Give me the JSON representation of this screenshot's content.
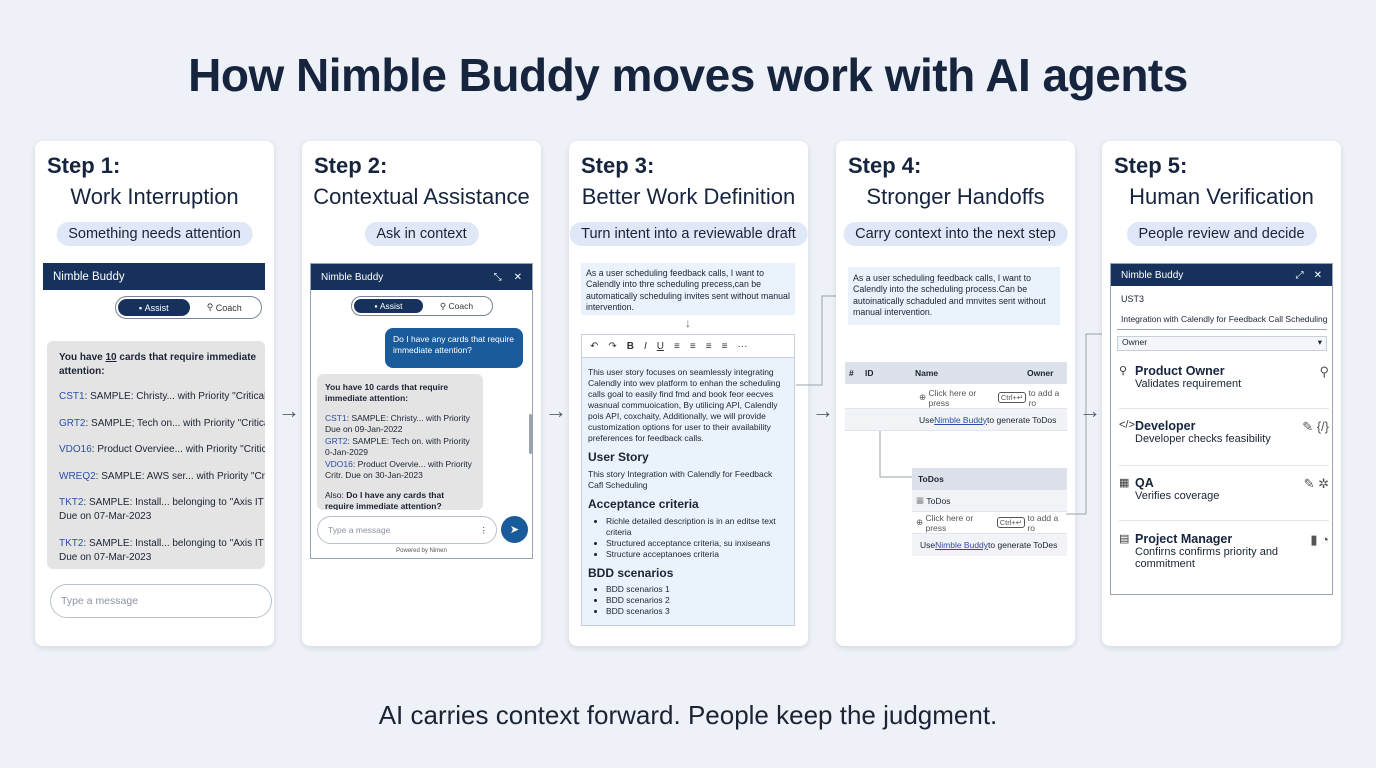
{
  "title": "How Nimble Buddy moves work with AI agents",
  "footer": "AI carries context forward. People keep the judgment.",
  "colors": {
    "navy": "#16325c",
    "pill": "#dfe8f6",
    "blue": "#1a5b9c",
    "draft": "#eaf2fb"
  },
  "steps": [
    {
      "label": "Step 1:",
      "heading": "Work Interruption",
      "pill": "Something needs attention"
    },
    {
      "label": "Step 2:",
      "heading": "Contextual Assistance",
      "pill": "Ask in context"
    },
    {
      "label": "Step 3:",
      "heading": "Better Work Definition",
      "pill": "Turn intent into a reviewable draft"
    },
    {
      "label": "Step 4:",
      "heading": "Stronger Handoffs",
      "pill": "Carry context into the next step"
    },
    {
      "label": "Step 5:",
      "heading": "Human Verification",
      "pill": "People review and decide"
    }
  ],
  "s1": {
    "bar": "Nimble Buddy",
    "assist": "Assist",
    "coach": "Coach",
    "intro_pre": "You have ",
    "intro_num": "10",
    "intro_post": " cards that require immediate attention:",
    "items": [
      {
        "id": "CST1",
        "text": ": SAMPLE: Christy... with Priority \"Critical\"",
        "due": ""
      },
      {
        "id": "GRT2",
        "text": ": SAMPLE; Tech on... with Priority \"Critica",
        "due": ""
      },
      {
        "id": "VDO16",
        "text": ": Product Overviee... with Priority \"Critic",
        "due": ""
      },
      {
        "id": "WREQ2",
        "text": ": SAMPLE: AWS ser... with Priority \"Criti",
        "due": ""
      },
      {
        "id": "TKT2",
        "text": ": SAMPLE: Install... belonging to \"Axis IT R",
        "due": "Due on 07-Mar-2023"
      },
      {
        "id": "TKT2",
        "text": ": SAMPLE: Install... belonging to \"Axis IT R",
        "due": "Due on 07-Mar-2023"
      }
    ],
    "input_placeholder": "Type a message"
  },
  "s2": {
    "bar": "Nimble Buddy",
    "assist": "Assist",
    "coach": "Coach",
    "question": "Do I have any cards that require immediate attention?",
    "answer_head": "You have 10 cards that require immediate attention:",
    "lines": [
      {
        "id": "CST1",
        "text": ": SAMPLE: Christy... with Priority"
      },
      {
        "id": "",
        "text": "Due on 09-Jan-2022"
      },
      {
        "id": "GRT2",
        "text": ": SAMPLE: Tech on. with Priority"
      },
      {
        "id": "",
        "text": "0-Jan-2029"
      },
      {
        "id": "VDO16",
        "text": ": Product Overvie... with Priority"
      },
      {
        "id": "",
        "text": "Critr. Due on 30-Jan-2023"
      }
    ],
    "also_pre": "Also: ",
    "also_bold": "Do I have any cards that require immediate attention?",
    "input_placeholder": "Type a message",
    "powered": "Powered by Nimen"
  },
  "s3": {
    "intent": "As a user scheduling feedback calls, I want to Calendly into thre scheduling precess,can be automatically scheduling invites sent without manual intervention.",
    "tools": [
      "↶",
      "↷",
      "B",
      "I",
      "U",
      "≡",
      "≡",
      "≡",
      "≡",
      "···"
    ],
    "desc": "This user story focuses on seamlessly integrating Calendly into wev platform to enhan the scheduling calls goal to easily find fmd and book feor eecves wasnual commuoication, By utilicing API, Calendly pois API, coxchaity, Additionally, we will provide customization options for user to their availability preferences for feedback calls.",
    "us_head": "User Story",
    "us_text": "This story Integration with Calendly for Feedback Cafl Scheduling",
    "ac_head": "Acceptance criteria",
    "ac_items": [
      "Richle detailed description is in an editse text criteria",
      "Structured acceptance criteria, su inxiseans",
      "Structure acceptanoes criteria"
    ],
    "bdd_head": "BDD scenarios",
    "bdd_items": [
      "BDD scenarios 1",
      "BDD scenarios 2",
      "BDD scenarios 3"
    ]
  },
  "s4": {
    "intent": "As a user scheduling feedback calls, I want to Calendly into the scheduling process.Can be autoinatically schaduled and mnvites sent without manual intervention.",
    "cols": [
      "#",
      "ID",
      "Name",
      "Owner"
    ],
    "add_row_pre": "Click here or press",
    "add_row_key": "Ctrl+↵",
    "add_row_post": "to add a ro",
    "gen_pre": "Use ",
    "gen_link": "Nimble Buddy",
    "gen_post": " to generate ToDos",
    "todo_head": "ToDos",
    "todo_item": "ToDos",
    "gen2_post": " to generate ToDes"
  },
  "s5": {
    "bar": "Nimble Buddy",
    "id": "UST3",
    "name": "Integration with Calendly for Feedback Call Scheduling",
    "select": "Owner",
    "roles": [
      {
        "name": "Product Owner",
        "desc": "Validates requirement",
        "icon": "search-icon"
      },
      {
        "name": "Developer",
        "desc": "Developer checks feasibility",
        "icon": "code-icon"
      },
      {
        "name": "QA",
        "desc": "Verifies coverage",
        "icon": "team-icon"
      },
      {
        "name": "Project Manager",
        "desc": "Confirns confirms priority and commitment",
        "icon": "clipboard-icon"
      }
    ]
  }
}
